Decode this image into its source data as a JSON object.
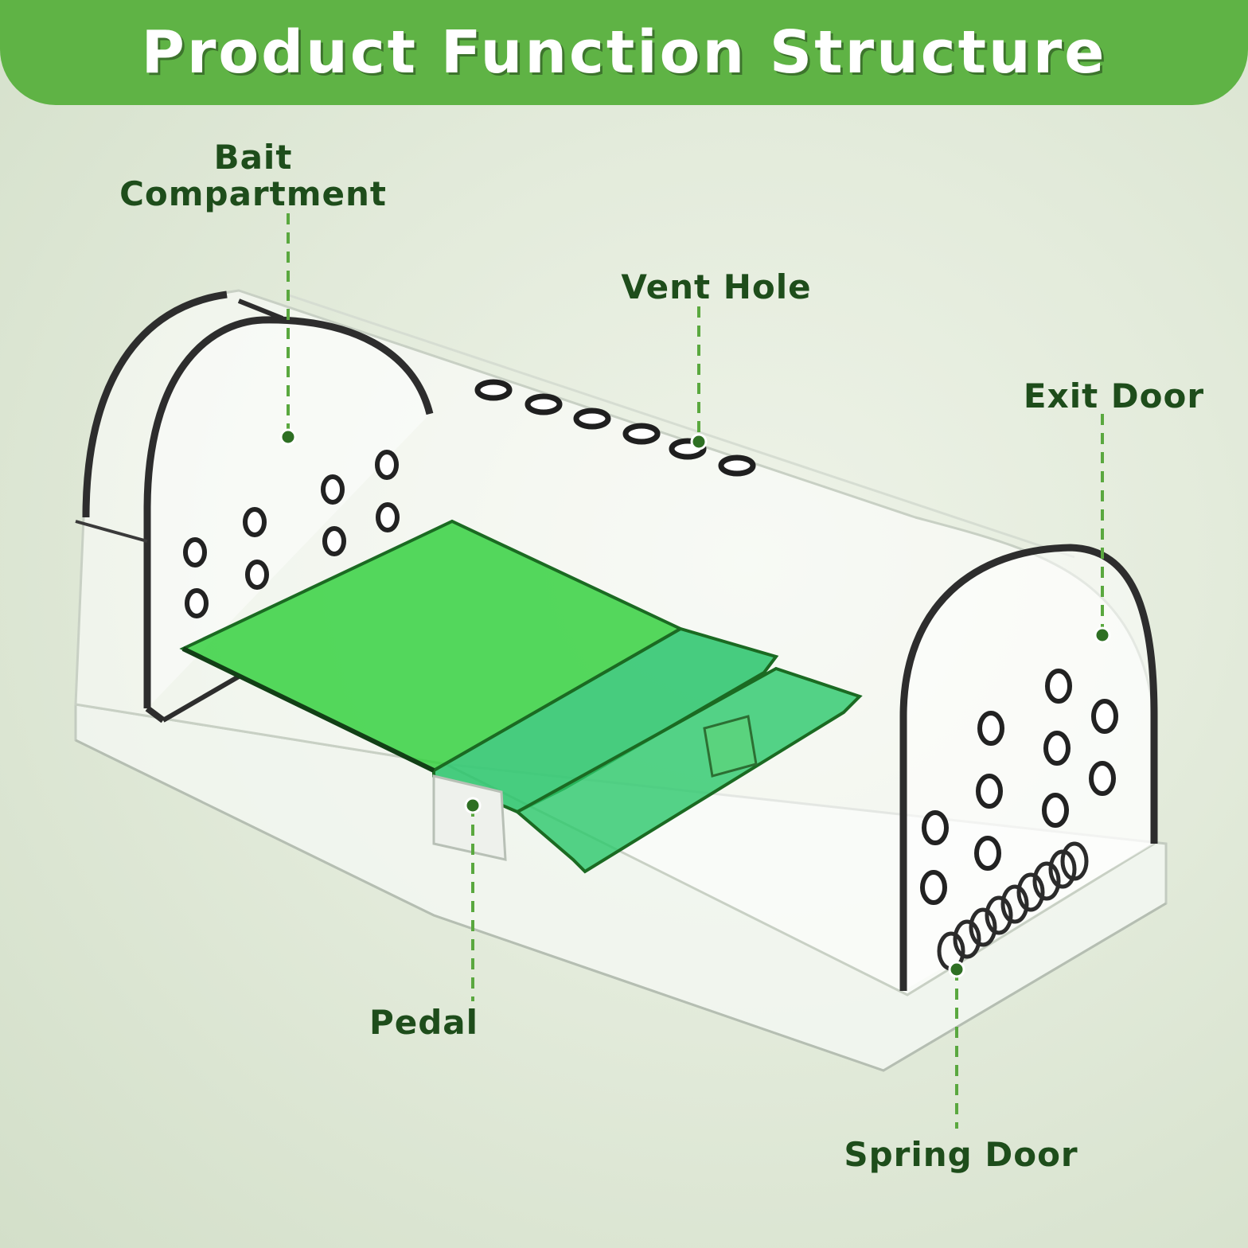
{
  "header": {
    "title": "Product Function Structure"
  },
  "labels": {
    "bait_compartment_line1": "Bait",
    "bait_compartment_line2": "Compartment",
    "vent_hole": "Vent Hole",
    "exit_door": "Exit Door",
    "pedal": "Pedal",
    "spring_door": "Spring Door"
  },
  "colors": {
    "banner": "#5fb345",
    "label_text": "#1e4d1b",
    "leader_line": "#5aa83f",
    "pedal_green": "#2fcf3a"
  }
}
